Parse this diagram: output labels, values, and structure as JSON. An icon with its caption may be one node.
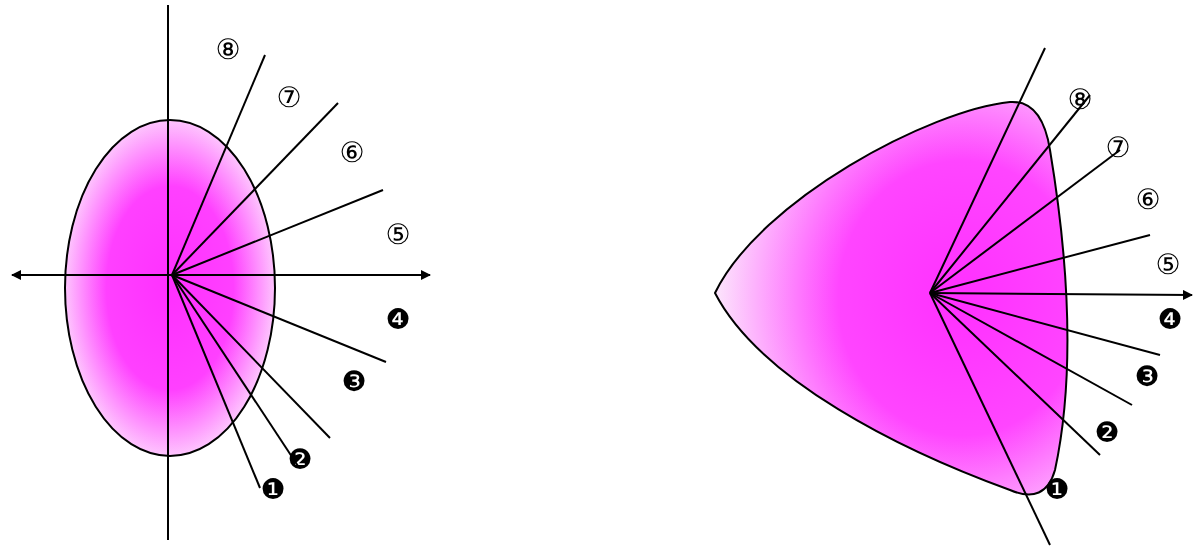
{
  "diagram": {
    "labels": [
      "⑧",
      "⑦",
      "⑥",
      "⑤",
      "❹",
      "❸",
      "❷",
      "❶",
      "⑧",
      "⑦",
      "⑥",
      "⑤",
      "❹",
      "❸",
      "❷",
      "❶"
    ]
  }
}
